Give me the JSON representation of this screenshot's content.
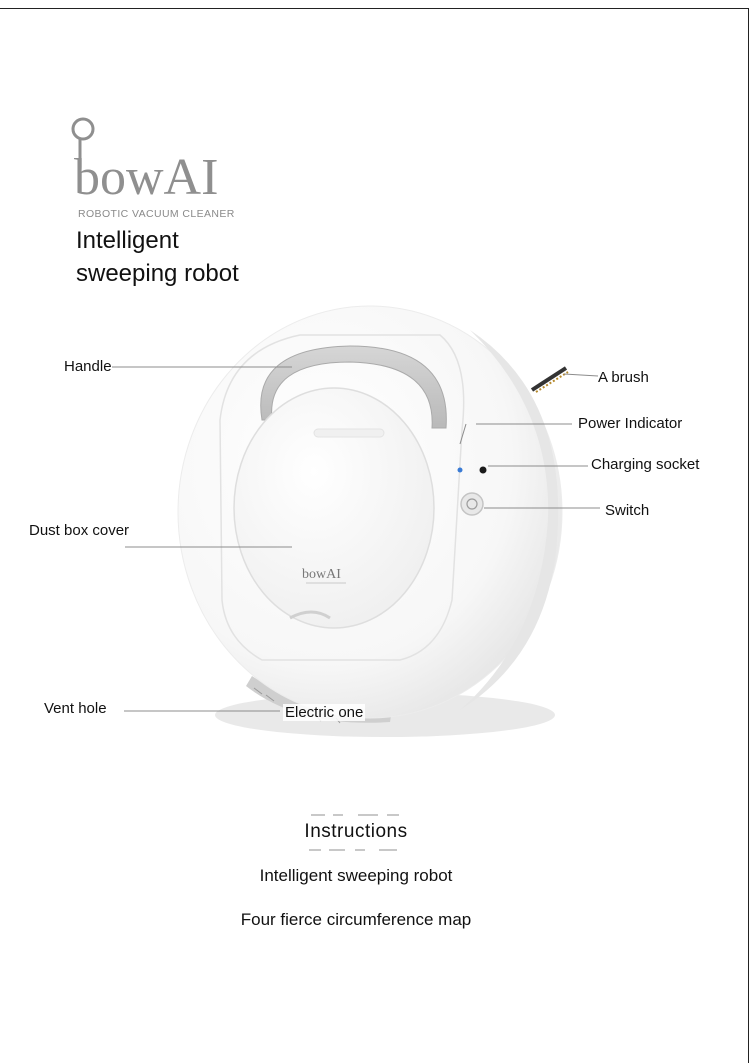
{
  "brand": {
    "logo_text": "bowAI",
    "logo_subtitle": "ROBOTIC VACUUM CLEANER"
  },
  "headline": {
    "line1": "Intelligent",
    "line2": "sweeping robot"
  },
  "product": {
    "cover_logo_text": "bowAI"
  },
  "labels": {
    "handle": "Handle",
    "brush": "A brush",
    "power_indicator": "Power Indicator",
    "charging_socket": "Charging socket",
    "switch": "Switch",
    "dust_box_cover": "Dust box cover",
    "vent_hole": "Vent hole",
    "electric": "Electric one"
  },
  "instructions": {
    "title": "Instructions",
    "line1": "Intelligent sweeping robot",
    "line2": "Four fierce circumference map"
  },
  "colors": {
    "logo": "#8f8f8f",
    "handle": "#c9c9c9",
    "body": "#fbfbfb",
    "leader_line": "#8c8c8c",
    "power_led": "#3a7bd5"
  }
}
